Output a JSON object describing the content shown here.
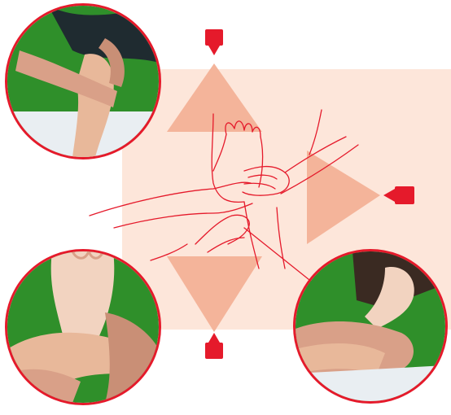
{
  "figure": {
    "text": [],
    "colors": {
      "band": "#fde6da",
      "cone": "#f4b49a",
      "camera": "#e51a2b",
      "line": "#e51a2b",
      "mat_green": "#2f8f2a",
      "skin": "#e8b89a"
    },
    "photos": [
      {
        "view": "top-left",
        "icon": "foot-photo"
      },
      {
        "view": "bottom-left",
        "icon": "foot-photo"
      },
      {
        "view": "bottom-right",
        "icon": "foot-photo"
      }
    ],
    "cameras": [
      {
        "facing": "down",
        "icon": "camera-icon"
      },
      {
        "facing": "left",
        "icon": "camera-icon"
      },
      {
        "facing": "up",
        "icon": "camera-icon"
      }
    ]
  }
}
